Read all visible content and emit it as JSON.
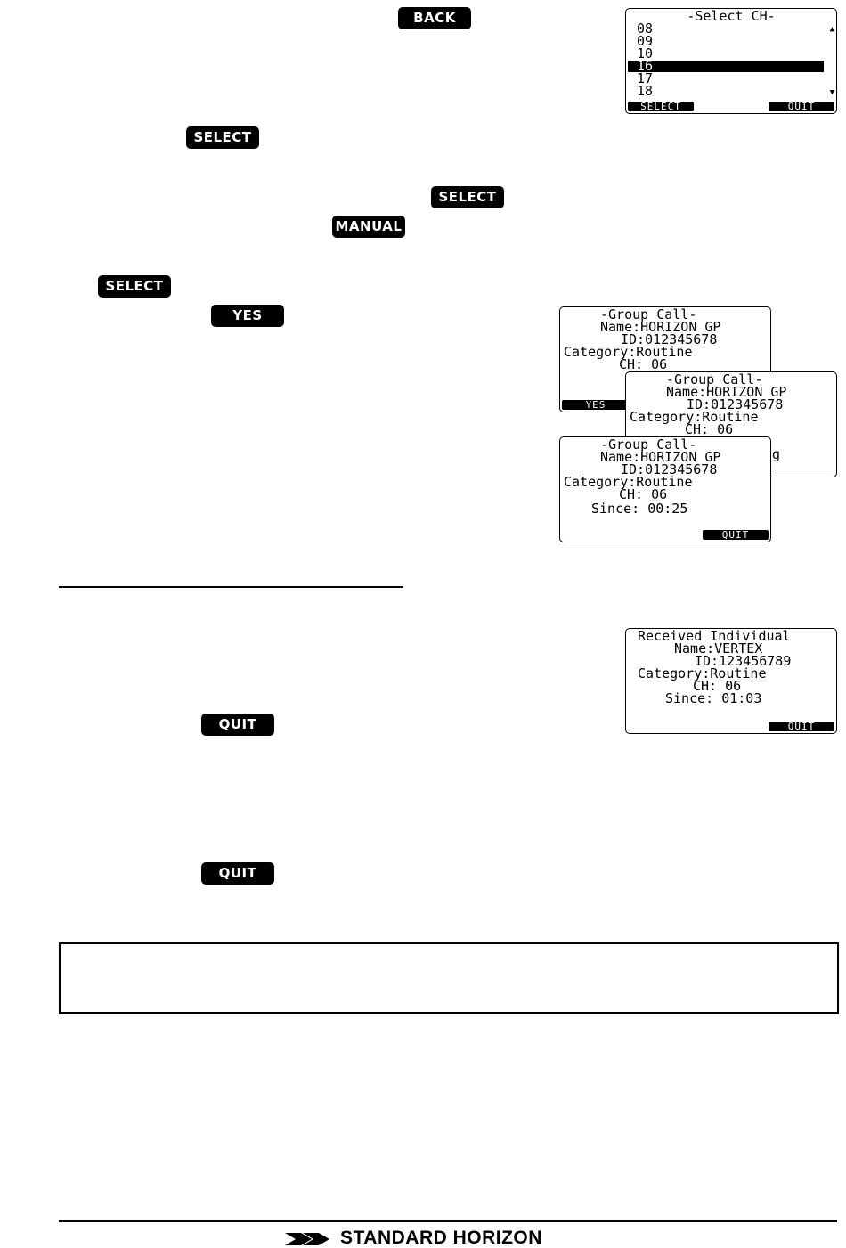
{
  "keys": {
    "back": "BACK",
    "select": "SELECT",
    "manual": "MANUAL",
    "yes": "YES",
    "quit": "QUIT"
  },
  "screens": {
    "select_ch": {
      "title": "-Select CH-",
      "channels": [
        "08",
        "09",
        "10",
        "16",
        "17",
        "18"
      ],
      "highlighted": "16",
      "left_key": "SELECT",
      "right_key": "QUIT"
    },
    "group_call_1": {
      "title": "-Group Call-",
      "name": "Name:HORIZON GP",
      "id": "ID:012345678",
      "category": "Category:Routine",
      "ch": "CH: 06",
      "left_key": "YES"
    },
    "group_call_2": {
      "title": "-Group Call-",
      "name": "Name:HORIZON GP",
      "id": "ID:012345678",
      "category": "Category:Routine",
      "ch": "CH: 06",
      "partial": "g"
    },
    "group_call_3": {
      "title": "-Group Call-",
      "name": "Name:HORIZON GP",
      "id": "ID:012345678",
      "category": "Category:Routine",
      "ch": "CH: 06",
      "since": "Since: 00:25",
      "right_key": "QUIT"
    },
    "received": {
      "title": "Received Individual",
      "name": "Name:VERTEX",
      "id": "ID:123456789",
      "category": "Category:Routine",
      "ch": "CH: 06",
      "since": "Since: 01:03",
      "right_key": "QUIT"
    }
  },
  "footer": {
    "brand": "STANDARD HORIZON"
  }
}
